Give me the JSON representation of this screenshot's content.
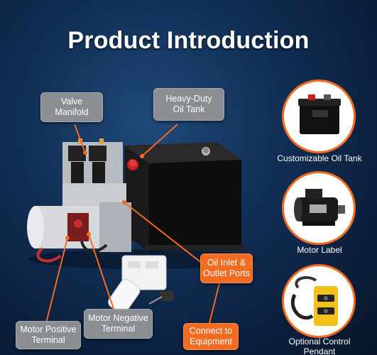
{
  "title": "Product Introduction",
  "callouts": {
    "valve_manifold": "Valve\nManifold",
    "oil_tank": "Heavy-Duty\nOil Tank",
    "ports": "Oil Inlet &\nOutlet Ports",
    "connect": "Connect to\nEquipment",
    "motor_positive": "Motor Positive\nTerminal",
    "motor_negative": "Motor Negative\nTerminal"
  },
  "features": [
    {
      "label": "Customizable Oil Tank",
      "icon": "oil-tank-icon"
    },
    {
      "label": "Motor Label",
      "icon": "motor-icon"
    },
    {
      "label": "Optional Control\nPendant",
      "icon": "pendant-icon"
    }
  ],
  "colors": {
    "accent": "#f26b21",
    "callout_gray": "#8a8d92",
    "background": "#0b1f3c"
  }
}
